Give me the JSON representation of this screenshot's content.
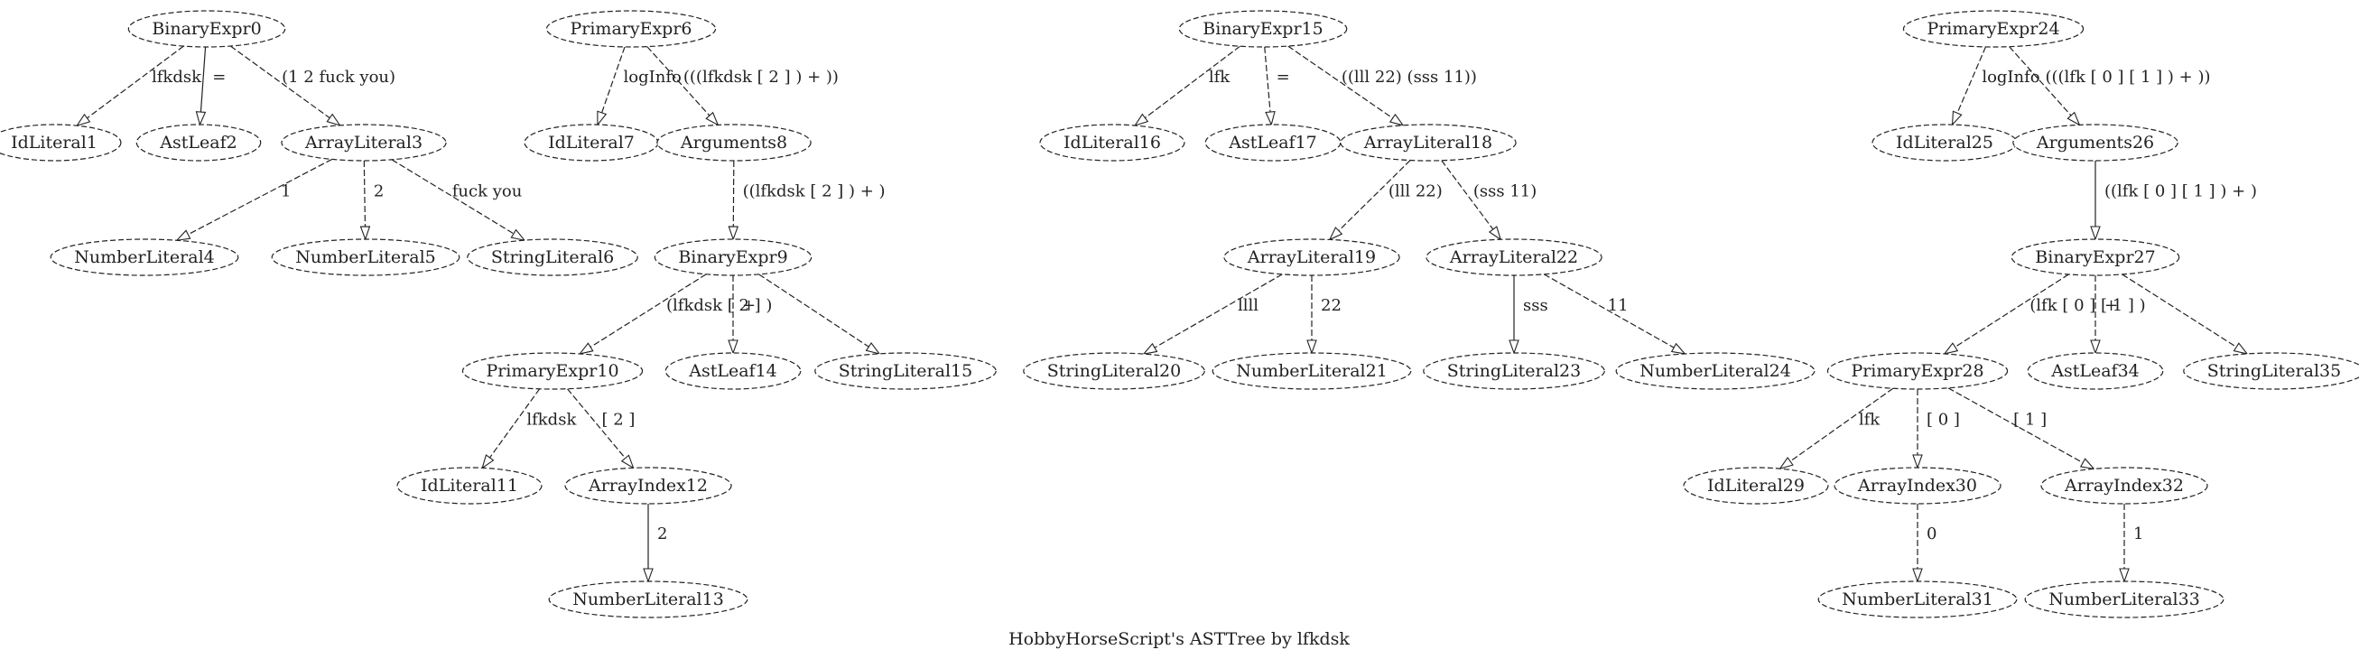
{
  "caption": "HobbyHorseScript's ASTTree by lfkdsk",
  "nodes": [
    "BinaryExpr0",
    "IdLiteral1",
    "AstLeaf2",
    "ArrayLiteral3",
    "NumberLiteral4",
    "NumberLiteral5",
    "StringLiteral6",
    "PrimaryExpr6",
    "IdLiteral7",
    "Arguments8",
    "BinaryExpr9",
    "PrimaryExpr10",
    "IdLiteral11",
    "ArrayIndex12",
    "NumberLiteral13",
    "AstLeaf14",
    "StringLiteral15",
    "BinaryExpr15",
    "IdLiteral16",
    "AstLeaf17",
    "ArrayLiteral18",
    "ArrayLiteral19",
    "StringLiteral20",
    "NumberLiteral21",
    "ArrayLiteral22",
    "StringLiteral23",
    "NumberLiteral24",
    "PrimaryExpr24",
    "IdLiteral25",
    "Arguments26",
    "BinaryExpr27",
    "PrimaryExpr28",
    "IdLiteral29",
    "ArrayIndex30",
    "NumberLiteral31",
    "ArrayIndex32",
    "NumberLiteral33",
    "AstLeaf34",
    "StringLiteral35"
  ],
  "edges": [
    {
      "from": "BinaryExpr0",
      "to": "IdLiteral1",
      "label": "lfkdsk"
    },
    {
      "from": "BinaryExpr0",
      "to": "AstLeaf2",
      "label": "="
    },
    {
      "from": "BinaryExpr0",
      "to": "ArrayLiteral3",
      "label": "(1 2 fuck you)"
    },
    {
      "from": "ArrayLiteral3",
      "to": "NumberLiteral4",
      "label": "1"
    },
    {
      "from": "ArrayLiteral3",
      "to": "NumberLiteral5",
      "label": "2"
    },
    {
      "from": "ArrayLiteral3",
      "to": "StringLiteral6",
      "label": "fuck you"
    },
    {
      "from": "PrimaryExpr6",
      "to": "IdLiteral7",
      "label": "logInfo"
    },
    {
      "from": "PrimaryExpr6",
      "to": "Arguments8",
      "label": "(((lfkdsk [ 2 ] ) + ))"
    },
    {
      "from": "Arguments8",
      "to": "BinaryExpr9",
      "label": "((lfkdsk [ 2 ] ) + )"
    },
    {
      "from": "BinaryExpr9",
      "to": "PrimaryExpr10",
      "label": "(lfkdsk [ 2 ] )"
    },
    {
      "from": "BinaryExpr9",
      "to": "AstLeaf14",
      "label": "+"
    },
    {
      "from": "BinaryExpr9",
      "to": "StringLiteral15",
      "label": ""
    },
    {
      "from": "PrimaryExpr10",
      "to": "IdLiteral11",
      "label": "lfkdsk"
    },
    {
      "from": "PrimaryExpr10",
      "to": "ArrayIndex12",
      "label": "[ 2 ]"
    },
    {
      "from": "ArrayIndex12",
      "to": "NumberLiteral13",
      "label": "2"
    },
    {
      "from": "BinaryExpr15",
      "to": "IdLiteral16",
      "label": "lfk"
    },
    {
      "from": "BinaryExpr15",
      "to": "AstLeaf17",
      "label": "="
    },
    {
      "from": "BinaryExpr15",
      "to": "ArrayLiteral18",
      "label": "((lll 22) (sss 11))"
    },
    {
      "from": "ArrayLiteral18",
      "to": "ArrayLiteral19",
      "label": "(lll 22)"
    },
    {
      "from": "ArrayLiteral18",
      "to": "ArrayLiteral22",
      "label": "(sss 11)"
    },
    {
      "from": "ArrayLiteral19",
      "to": "StringLiteral20",
      "label": "llll"
    },
    {
      "from": "ArrayLiteral19",
      "to": "NumberLiteral21",
      "label": "22"
    },
    {
      "from": "ArrayLiteral22",
      "to": "StringLiteral23",
      "label": "sss"
    },
    {
      "from": "ArrayLiteral22",
      "to": "NumberLiteral24",
      "label": "11"
    },
    {
      "from": "PrimaryExpr24",
      "to": "IdLiteral25",
      "label": "logInfo"
    },
    {
      "from": "PrimaryExpr24",
      "to": "Arguments26",
      "label": "(((lfk [ 0 ] [ 1 ] ) + ))"
    },
    {
      "from": "Arguments26",
      "to": "BinaryExpr27",
      "label": "((lfk [ 0 ] [ 1 ] ) + )"
    },
    {
      "from": "BinaryExpr27",
      "to": "PrimaryExpr28",
      "label": "(lfk [ 0 ] [ 1 ] )"
    },
    {
      "from": "BinaryExpr27",
      "to": "AstLeaf34",
      "label": "+"
    },
    {
      "from": "BinaryExpr27",
      "to": "StringLiteral35",
      "label": ""
    },
    {
      "from": "PrimaryExpr28",
      "to": "IdLiteral29",
      "label": "lfk"
    },
    {
      "from": "PrimaryExpr28",
      "to": "ArrayIndex30",
      "label": "[ 0 ]"
    },
    {
      "from": "PrimaryExpr28",
      "to": "ArrayIndex32",
      "label": "[ 1 ]"
    },
    {
      "from": "ArrayIndex30",
      "to": "NumberLiteral31",
      "label": "0"
    },
    {
      "from": "ArrayIndex32",
      "to": "NumberLiteral33",
      "label": "1"
    }
  ]
}
